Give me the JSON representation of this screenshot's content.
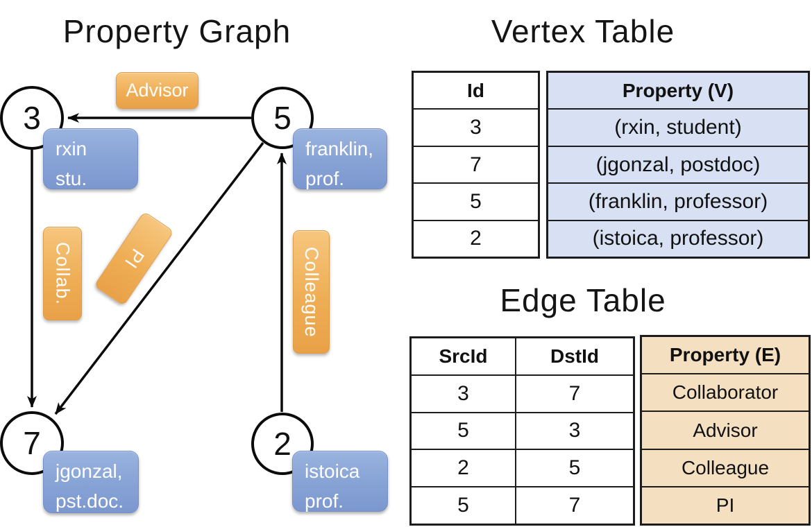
{
  "panel_graph": {
    "title": "Property Graph",
    "nodes": [
      {
        "id": "3"
      },
      {
        "id": "5"
      },
      {
        "id": "7"
      },
      {
        "id": "2"
      }
    ],
    "property_boxes": [
      {
        "line1": "rxin",
        "line2": "stu."
      },
      {
        "line1": "franklin,",
        "line2": "prof."
      },
      {
        "line1": "jgonzal,",
        "line2": "pst.doc."
      },
      {
        "line1": "istoica",
        "line2": "prof."
      }
    ],
    "edge_labels": [
      {
        "label": "Advisor"
      },
      {
        "label": "Collab."
      },
      {
        "label": "PI"
      },
      {
        "label": "Colleague"
      }
    ]
  },
  "vertex_table": {
    "title": "Vertex Table",
    "columns": {
      "id": "Id",
      "property": "Property (V)"
    },
    "rows": [
      {
        "id": "3",
        "property": "(rxin, student)"
      },
      {
        "id": "7",
        "property": "(jgonzal, postdoc)"
      },
      {
        "id": "5",
        "property": "(franklin, professor)"
      },
      {
        "id": "2",
        "property": "(istoica, professor)"
      }
    ]
  },
  "edge_table": {
    "title": "Edge Table",
    "columns": {
      "src": "SrcId",
      "dst": "DstId",
      "property": "Property (E)"
    },
    "rows": [
      {
        "src": "3",
        "dst": "7",
        "property": "Collaborator"
      },
      {
        "src": "5",
        "dst": "3",
        "property": "Advisor"
      },
      {
        "src": "2",
        "dst": "5",
        "property": "Colleague"
      },
      {
        "src": "5",
        "dst": "7",
        "property": "PI"
      }
    ]
  },
  "colors": {
    "edge_label_fill": "#efae55",
    "vertex_box_fill": "#88a4d6",
    "vertex_table_property_bg": "#d8e1f3",
    "edge_table_property_bg": "#f4dfc1",
    "line_color": "#0b0b0b"
  }
}
